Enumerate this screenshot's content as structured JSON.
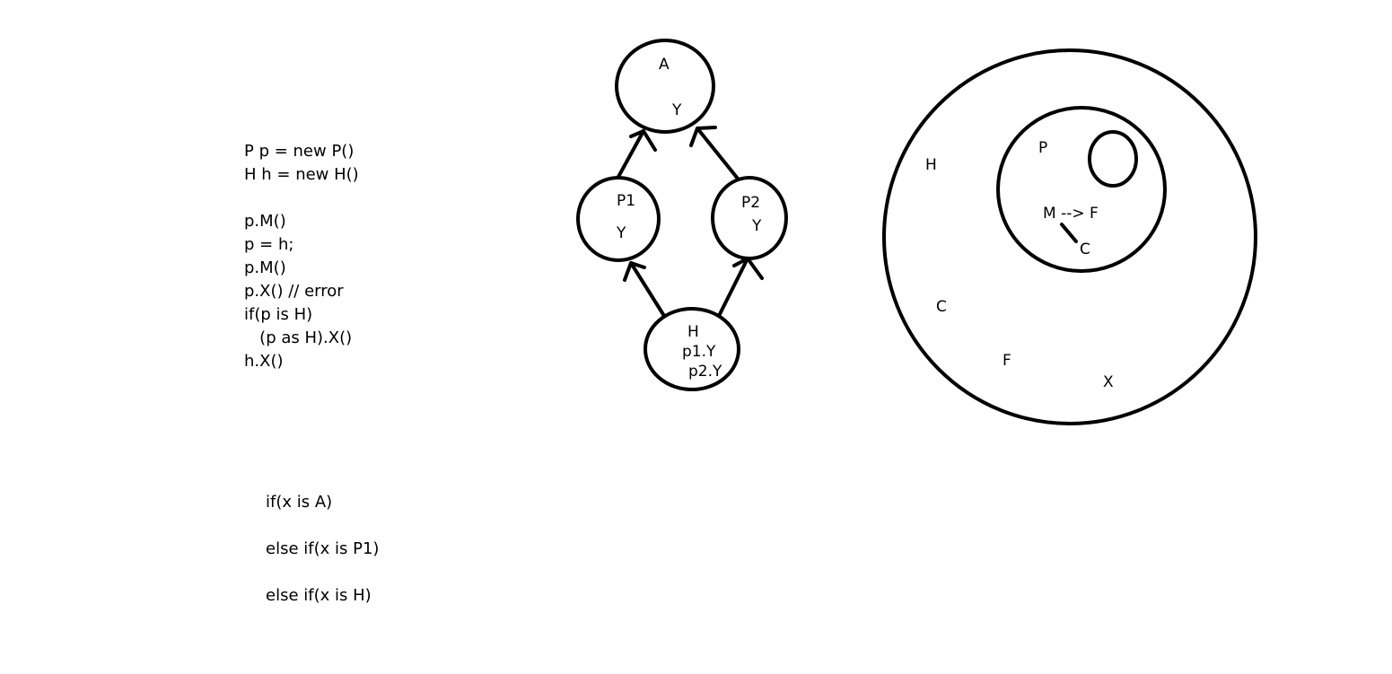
{
  "code": {
    "lines": [
      "P p = new P()",
      "H h = new H()",
      "",
      "p.M()",
      "p = h;",
      "p.M()",
      "p.X() // error",
      "if(p is H)",
      "   (p as H).X()",
      "h.X()"
    ]
  },
  "branches": {
    "lines": [
      "if(x is A)",
      "else if(x is P1)",
      "else if(x is H)"
    ]
  },
  "hierarchy": {
    "a": {
      "name": "A",
      "member": "Y"
    },
    "p1": {
      "name": "P1",
      "member": "Y"
    },
    "p2": {
      "name": "P2",
      "member": "Y"
    },
    "h": {
      "name": "H",
      "member1": "p1.Y",
      "member2": "p2.Y"
    }
  },
  "venn": {
    "outer_label": "H",
    "inner_label": "P",
    "inner_relation": "M --> F",
    "inner_c": "C",
    "outer_c": "C",
    "outer_f": "F",
    "outer_x": "X"
  },
  "colors": {
    "ink": "#000000",
    "background": "#ffffff"
  }
}
